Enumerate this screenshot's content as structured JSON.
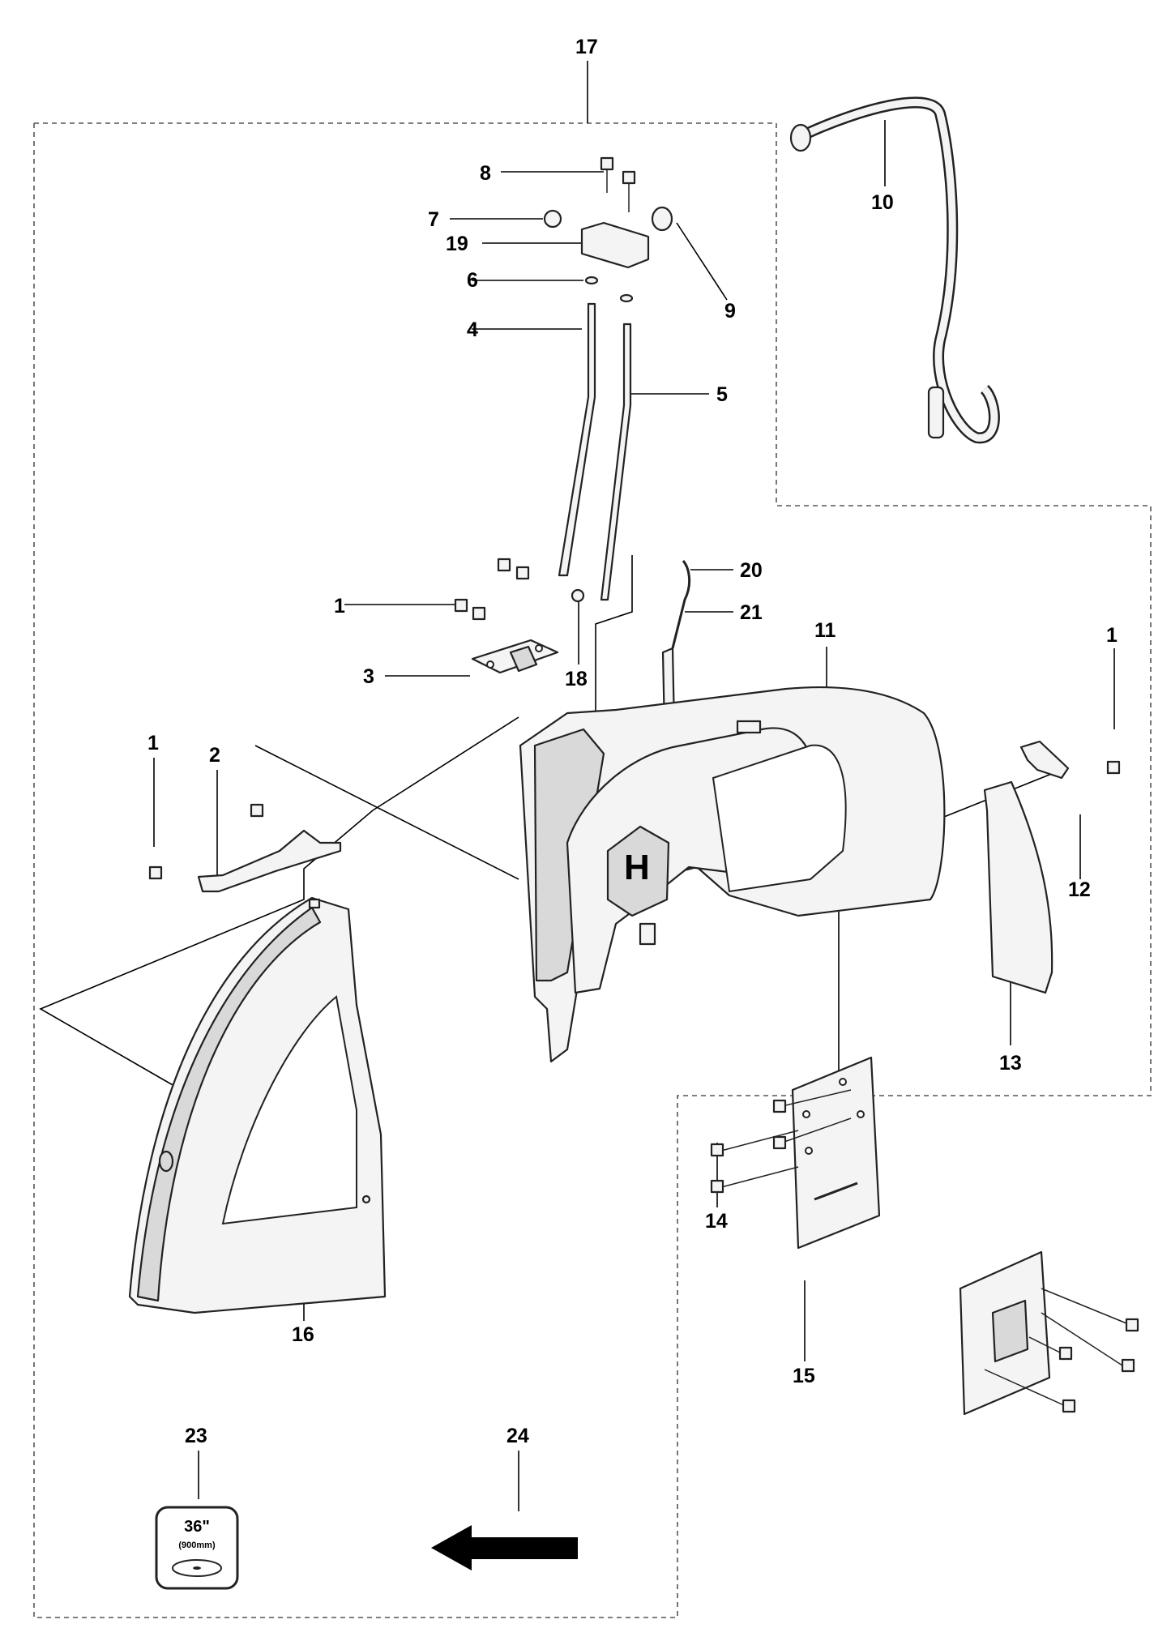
{
  "callouts": {
    "c17": "17",
    "c8": "8",
    "c7": "7",
    "c19": "19",
    "c6": "6",
    "c4": "4",
    "c5": "5",
    "c9": "9",
    "c10": "10",
    "c20": "20",
    "c21": "21",
    "c11": "11",
    "c1a": "1",
    "c3": "3",
    "c18": "18",
    "c1b": "1",
    "c2": "2",
    "c1c": "1",
    "c12": "12",
    "c13": "13",
    "c14": "14",
    "c15": "15",
    "c16": "16",
    "c23": "23",
    "c24": "24"
  },
  "decal": {
    "size": "36\"",
    "metric": "(900mm)"
  }
}
